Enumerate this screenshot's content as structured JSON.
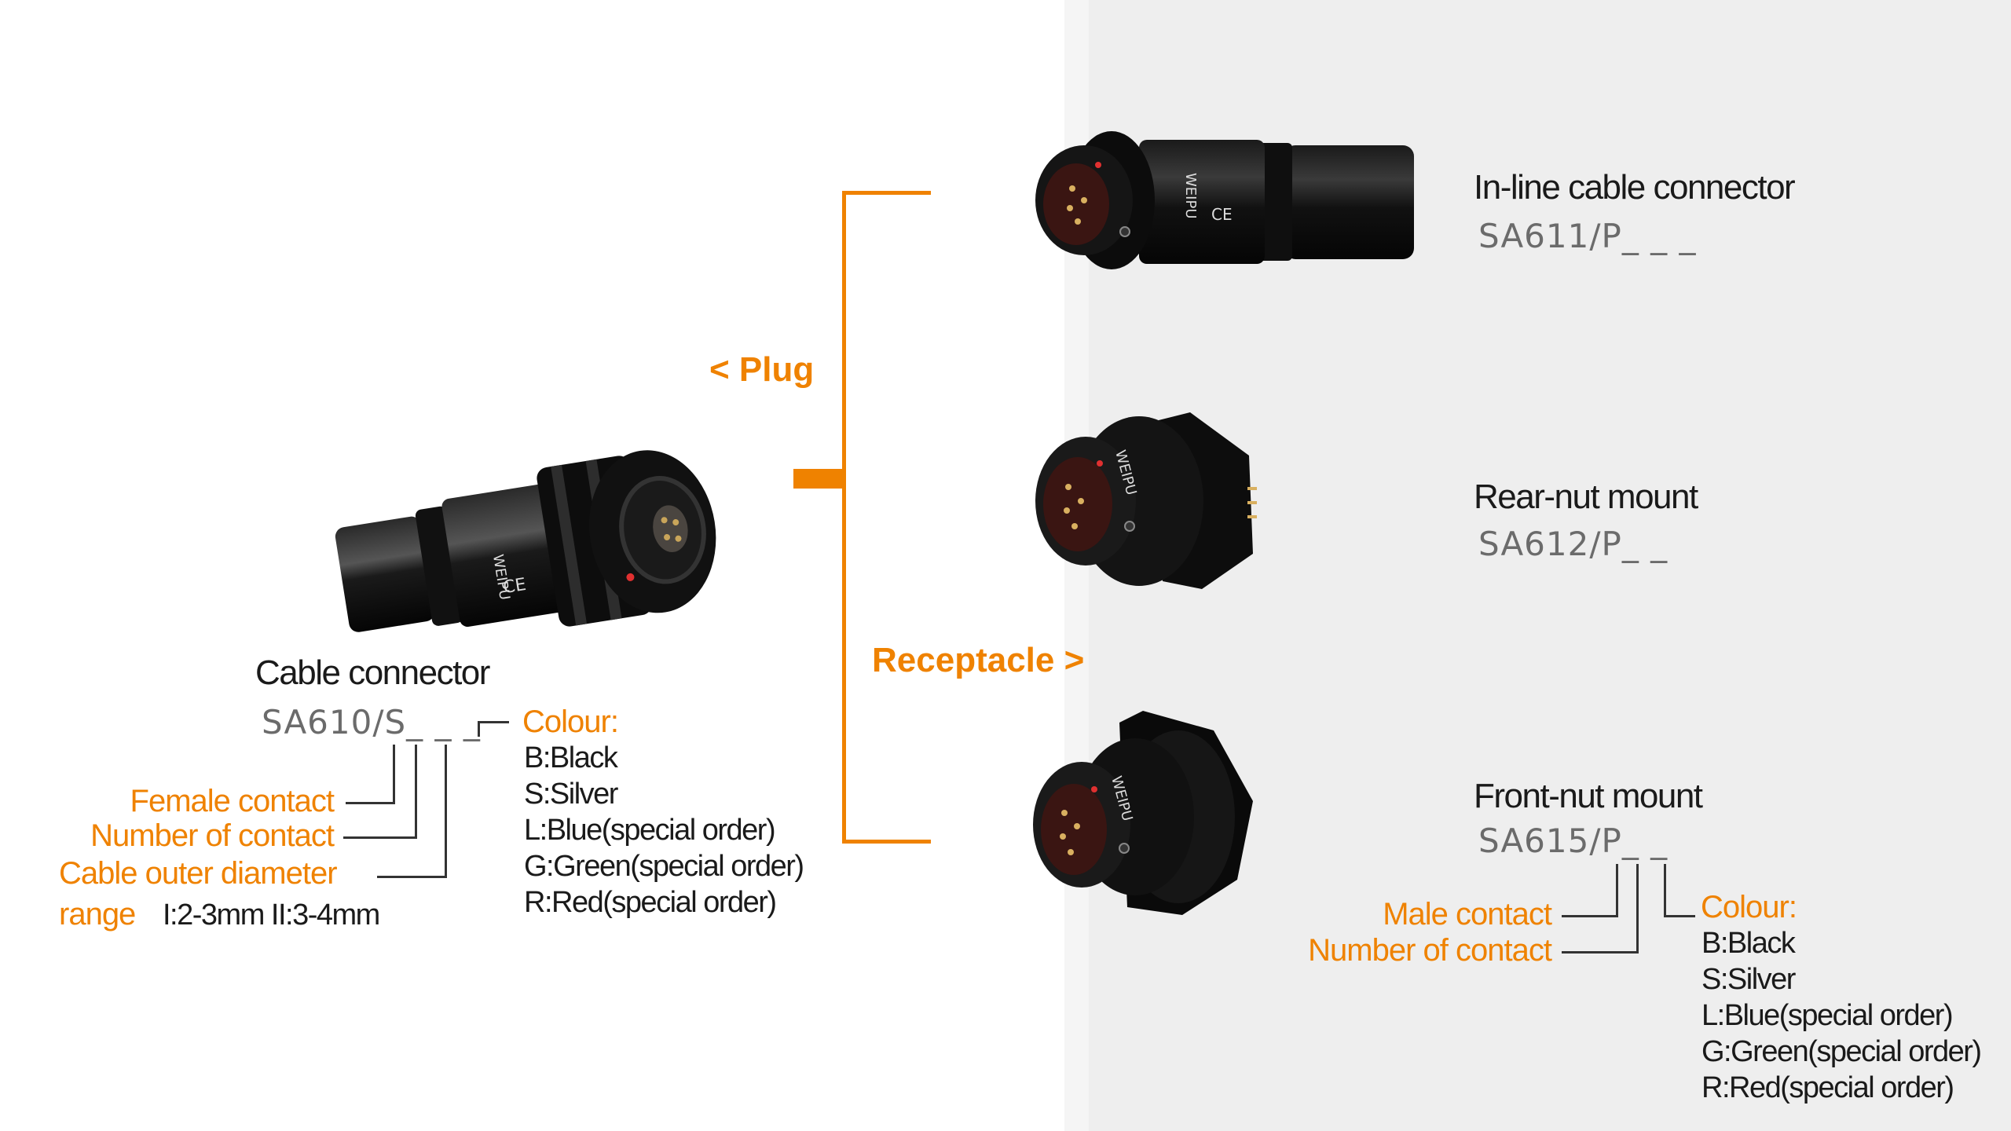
{
  "colors": {
    "accent": "#ef8200",
    "code_gray": "#6b6b6b",
    "text_dark": "#1a1a1a",
    "right_bg": "#eeeeee"
  },
  "branch_labels": {
    "plug": "< Plug",
    "receptacle": "Receptacle >"
  },
  "cable_connector": {
    "title": "Cable connector",
    "code": "SA610/S_ _ _",
    "image_icon": "female-cable-connector-image",
    "fields": [
      {
        "label": "Female contact"
      },
      {
        "label": "Number of contact"
      },
      {
        "label": "Cable outer diameter"
      },
      {
        "label": "range",
        "value": "I:2-3mm II:3-4mm"
      }
    ],
    "colour": {
      "heading": "Colour:",
      "options": [
        "B:Black",
        "S:Silver",
        "L:Blue(special order)",
        "G:Green(special order)",
        "R:Red(special order)"
      ]
    }
  },
  "receptacles": [
    {
      "title": "In-line cable connector",
      "code": "SA611/P_ _ _",
      "image_icon": "inline-cable-connector-image"
    },
    {
      "title": "Rear-nut mount",
      "code": "SA612/P_ _",
      "image_icon": "rear-nut-mount-image"
    },
    {
      "title": "Front-nut mount",
      "code": "SA615/P_ _",
      "image_icon": "front-nut-mount-image",
      "fields": [
        {
          "label": "Male contact"
        },
        {
          "label": "Number of contact"
        }
      ],
      "colour": {
        "heading": "Colour:",
        "options": [
          "B:Black",
          "S:Silver",
          "L:Blue(special order)",
          "G:Green(special order)",
          "R:Red(special order)"
        ]
      }
    }
  ]
}
